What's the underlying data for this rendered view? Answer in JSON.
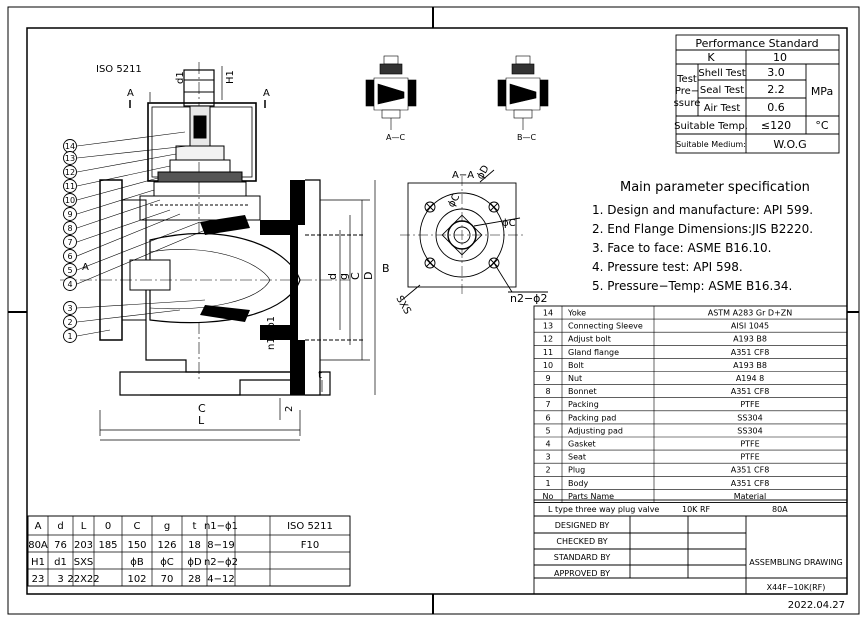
{
  "iso_label": "ISO 5211",
  "dim_labels": {
    "d1": "d1",
    "H1": "H1",
    "A": "A",
    "d": "d",
    "g": "g",
    "C": "C",
    "D": "D",
    "B": "B",
    "L": "L",
    "t": "t",
    "n1phi1": "n1−ϕ1",
    "two": "2",
    "sxs": "SXS",
    "n2phi2": "n2−ϕ2",
    "phiC": "ϕC",
    "phiD": "ϕD",
    "section": "A−A",
    "ac": "A—C",
    "bc": "B—C"
  },
  "balloons": [
    "14",
    "13",
    "12",
    "11",
    "10",
    "9",
    "8",
    "7",
    "6",
    "5",
    "4",
    "3",
    "2",
    "1"
  ],
  "performance": {
    "title": "Performance Standard",
    "k_label": "K",
    "k_value": "10",
    "test_label_1": "Test",
    "test_label_2": "Pre−",
    "test_label_3": "ssure",
    "shell_label": "Shell Test",
    "shell_value": "3.0",
    "seal_label": "Seal Test",
    "seal_value": "2.2",
    "air_label": "Air Test",
    "air_value": "0.6",
    "unit_mpa": "MPa",
    "temp_label": "Suitable Temp.",
    "temp_value": "≤120",
    "temp_unit": "°C",
    "medium_label": "Suitable Medium:",
    "medium_value": "W.O.G"
  },
  "spec": {
    "title": "Main parameter specification",
    "items": [
      "1. Design and manufacture: API 599.",
      "2. End Flange Dimensions:JIS B2220.",
      "3. Face to face: ASME B16.10.",
      "4. Pressure test: API 598.",
      "5. Pressure−Temp: ASME B16.34."
    ]
  },
  "parts": [
    {
      "no": "14",
      "name": "Yoke",
      "material": "ASTM A283 Gr D+ZN"
    },
    {
      "no": "13",
      "name": "Connecting Sleeve",
      "material": "AISI 1045"
    },
    {
      "no": "12",
      "name": "Adjust bolt",
      "material": "A193 B8"
    },
    {
      "no": "11",
      "name": "Gland flange",
      "material": "A351 CF8"
    },
    {
      "no": "10",
      "name": "Bolt",
      "material": "A193 B8"
    },
    {
      "no": "9",
      "name": "Nut",
      "material": "A194 8"
    },
    {
      "no": "8",
      "name": "Bonnet",
      "material": "A351 CF8"
    },
    {
      "no": "7",
      "name": "Packing",
      "material": "PTFE"
    },
    {
      "no": "6",
      "name": "Packing pad",
      "material": "SS304"
    },
    {
      "no": "5",
      "name": "Adjusting pad",
      "material": "SS304"
    },
    {
      "no": "4",
      "name": "Gasket",
      "material": "PTFE"
    },
    {
      "no": "3",
      "name": "Seat",
      "material": "PTFE"
    },
    {
      "no": "2",
      "name": "Plug",
      "material": "A351 CF8"
    },
    {
      "no": "1",
      "name": "Body",
      "material": "A351 CF8"
    }
  ],
  "parts_header": {
    "no": "No",
    "name": "Parts Name",
    "material": "Material"
  },
  "title_line": {
    "desc": "L type three way plug valve",
    "rating": "10K RF",
    "size": "80A"
  },
  "signoff": [
    "DESIGNED  BY",
    "CHECKED  BY",
    "STANDARD  BY",
    "APPROVED  BY"
  ],
  "drawing_type": "ASSEMBLING DRAWING",
  "model": "X44F−10K(RF)",
  "date": "2022.04.27",
  "dim_table": {
    "rows": [
      [
        "A",
        "d",
        "L",
        "0",
        "C",
        "g",
        "t",
        "n1−ϕ1",
        "",
        "ISO 5211"
      ],
      [
        "80A",
        "76",
        "203",
        "185",
        "150",
        "126",
        "18",
        "8−19",
        "",
        "F10"
      ],
      [
        "H1",
        "d1",
        "SXS",
        "",
        "ϕB",
        "ϕC",
        "ϕD",
        "n2−ϕ2",
        "",
        ""
      ],
      [
        "23",
        "3",
        "22X22",
        "",
        "102",
        "70",
        "28",
        "4−12",
        "",
        ""
      ]
    ]
  }
}
